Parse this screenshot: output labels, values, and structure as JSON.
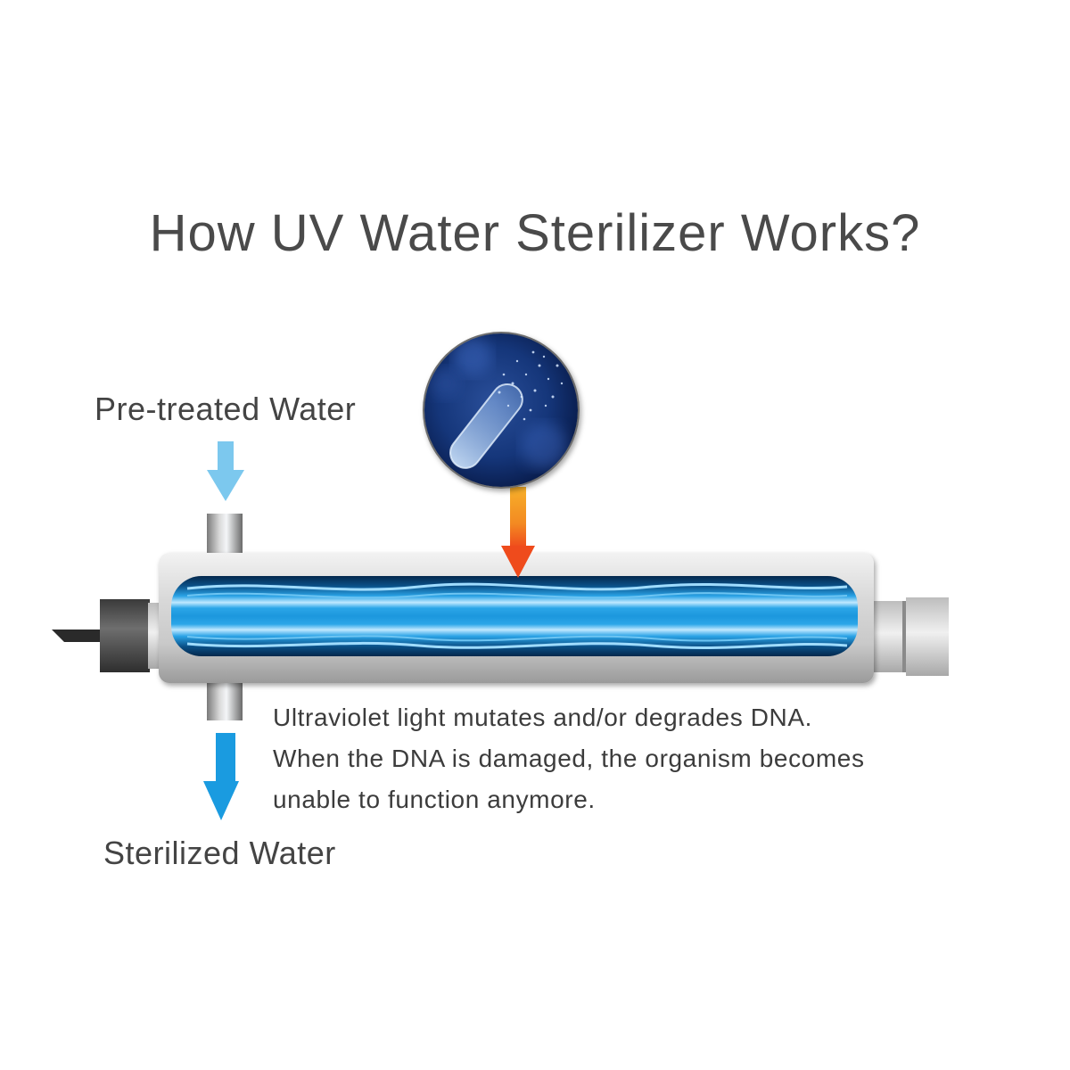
{
  "diagram": {
    "title": "How UV Water Sterilizer Works?",
    "inlet_label": "Pre-treated Water",
    "outlet_label": "Sterilized Water",
    "description": {
      "line1": "Ultraviolet light mutates and/or degrades DNA.",
      "line2": "When the DNA is damaged, the organism becomes",
      "line3": "unable to function anymore."
    },
    "components": {
      "inlet_arrow_icon": "arrow-down-light-blue",
      "outlet_arrow_icon": "arrow-down-blue",
      "uv_arrow_icon": "arrow-down-orange",
      "microorganism_inset": "bacterium-under-microscope",
      "sterilizer_chamber": "stainless-steel-housing",
      "uv_lamp": "uv-lamp-blue",
      "power_cord": "power-cable",
      "outlet_connector": "end-cap-connector"
    },
    "colors": {
      "inlet_arrow": "#7CC8EE",
      "outlet_arrow": "#1A9BE0",
      "uv_arrow_top": "#F5A623",
      "uv_arrow_bottom": "#F0501E",
      "lamp_core": "#2BA6E8",
      "lamp_edge": "#06315A",
      "housing": "#D8D8D8",
      "inset_bg": "#0E2A66"
    }
  }
}
